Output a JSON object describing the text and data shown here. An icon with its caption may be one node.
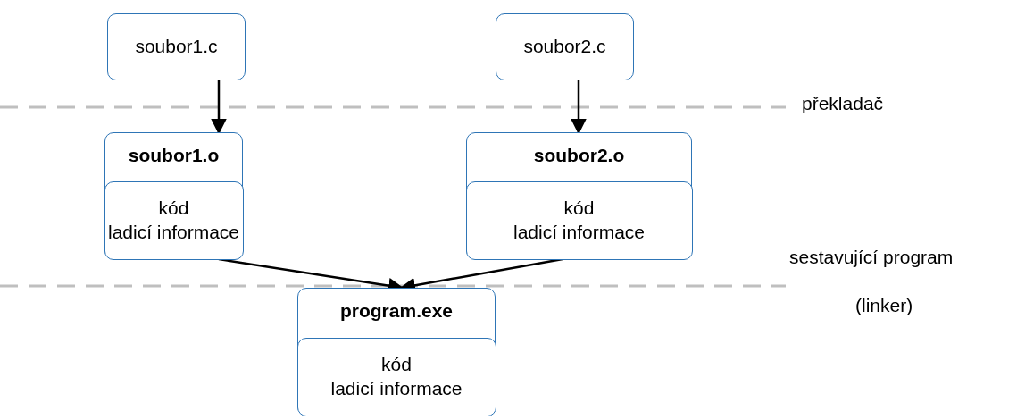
{
  "diagram": {
    "nodes": [
      {
        "text": [
          "soubor1.c"
        ]
      },
      {
        "text": [
          "soubor2.c"
        ]
      },
      {
        "text": [
          "soubor1.o"
        ]
      },
      {
        "text": [
          "kód",
          "ladicí informace"
        ],
        "in": 2
      },
      {
        "text": [
          "soubor2.o"
        ]
      },
      {
        "text": [
          "kód",
          "ladicí informace"
        ],
        "in": 4
      },
      {
        "text": [
          "program.exe"
        ]
      },
      {
        "text": [
          "kód",
          "ladicí informace"
        ],
        "in": 6
      }
    ],
    "edges": [
      {
        "from": 0,
        "to": 2,
        "arrow": "to"
      },
      {
        "from": 1,
        "to": 4,
        "arrow": "to"
      },
      {
        "from": 2,
        "to": 6,
        "arrow": "to"
      },
      {
        "from": 4,
        "to": 6,
        "arrow": "to"
      }
    ],
    "labels": [
      "překladač",
      "sestavující program",
      "(linker)"
    ]
  }
}
